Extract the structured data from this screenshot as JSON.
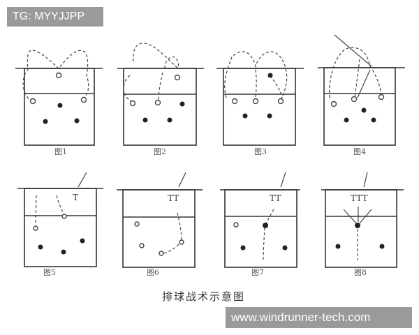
{
  "overlay": {
    "tg_label": "TG: MYYJJPP",
    "watermark": "www.windrunner-tech.com"
  },
  "diagram": {
    "title": "排球战术示意图",
    "figures": [
      {
        "label": "图1"
      },
      {
        "label": "图2"
      },
      {
        "label": "图3"
      },
      {
        "label": "图4"
      },
      {
        "label": "图5",
        "markers": "T"
      },
      {
        "label": "图6",
        "markers": "TT"
      },
      {
        "label": "图7",
        "markers": "TT"
      },
      {
        "label": "图8",
        "markers": "TTT"
      }
    ],
    "colors": {
      "lines": "#333333",
      "background": "#ffffff",
      "overlay": "#9a9a9a"
    }
  }
}
